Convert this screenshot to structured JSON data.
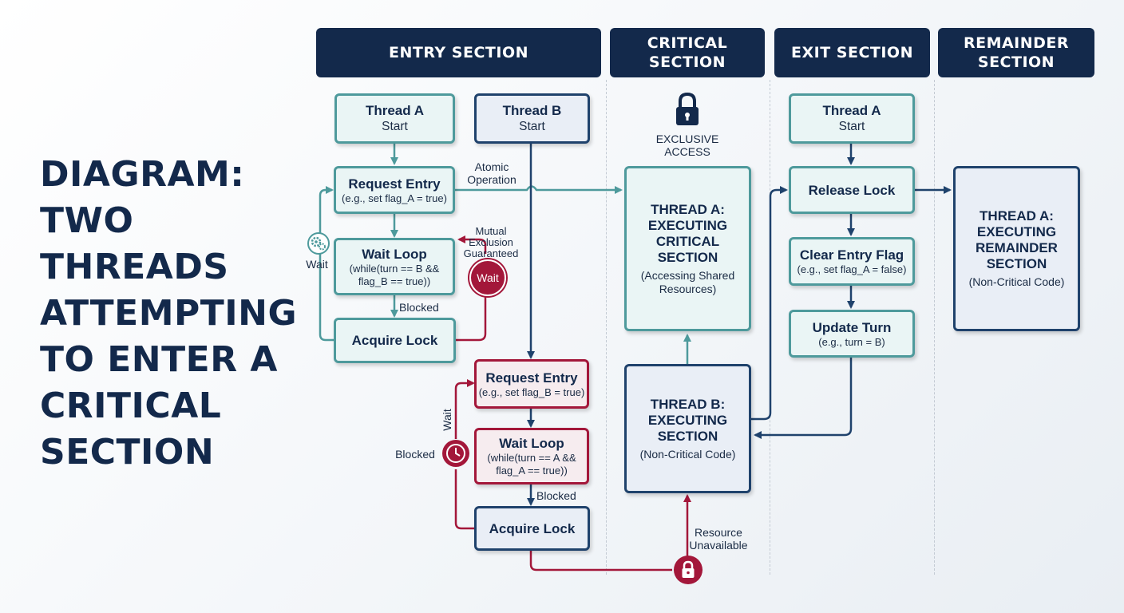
{
  "title_lines": [
    "DIAGRAM:",
    "TWO",
    "THREADS",
    "ATTEMPTING",
    "TO ENTER A",
    "CRITICAL",
    "SECTION"
  ],
  "headers": {
    "entry": "ENTRY SECTION",
    "critical": "CRITICAL\nSECTION",
    "exit": "EXIT SECTION",
    "remainder": "REMAINDER\nSECTION"
  },
  "thread_a_entry": {
    "start_title": "Thread A",
    "start_sub": "Start",
    "request_title": "Request Entry",
    "request_code": "(e.g., set flag_A = true)",
    "wait_title": "Wait Loop",
    "wait_code": "(while(turn == B &&\nflag_B == true))",
    "acquire_title": "Acquire Lock"
  },
  "thread_b_entry": {
    "start_title": "Thread B",
    "start_sub": "Start",
    "request_title": "Request Entry",
    "request_code": "(e.g., set flag_B = true)",
    "wait_title": "Wait Loop",
    "wait_code": "(while(turn == A &&\nflag_A == true))",
    "acquire_title": "Acquire Lock"
  },
  "critical": {
    "exclusive_access": "EXCLUSIVE\nACCESS",
    "a_title": "THREAD A:\nEXECUTING\nCRITICAL\nSECTION",
    "a_sub": "(Accessing Shared\nResources)",
    "b_title": "THREAD B:\nEXECUTING\nSECTION",
    "b_sub": "(Non-Critical Code)"
  },
  "exit": {
    "start_title": "Thread A",
    "start_sub": "Start",
    "release_title": "Release Lock",
    "clear_title": "Clear Entry Flag",
    "clear_code": "(e.g., set flag_A = false)",
    "update_title": "Update Turn",
    "update_code": "(e.g., turn = B)"
  },
  "remainder": {
    "title": "THREAD A:\nEXECUTING\nREMAINDER\nSECTION",
    "sub": "(Non-Critical Code)"
  },
  "labels": {
    "atomic": "Atomic\nOperation",
    "mutual": "Mutual\nExclusion\nGuaranteed",
    "wait_left": "Wait",
    "wait_badge": "Wait",
    "blocked_a": "Blocked",
    "wait_b": "Wait",
    "blocked_b_side": "Blocked",
    "blocked_b": "Blocked",
    "resource": "Resource\nUnavailable"
  },
  "colors": {
    "navy": "#13294b",
    "teal": "#4e9a9c",
    "crimson": "#a3173a",
    "dark_blue": "#1f426c"
  },
  "icons": [
    "padlock-icon",
    "gear-icon",
    "clock-icon",
    "small-padlock-icon"
  ]
}
